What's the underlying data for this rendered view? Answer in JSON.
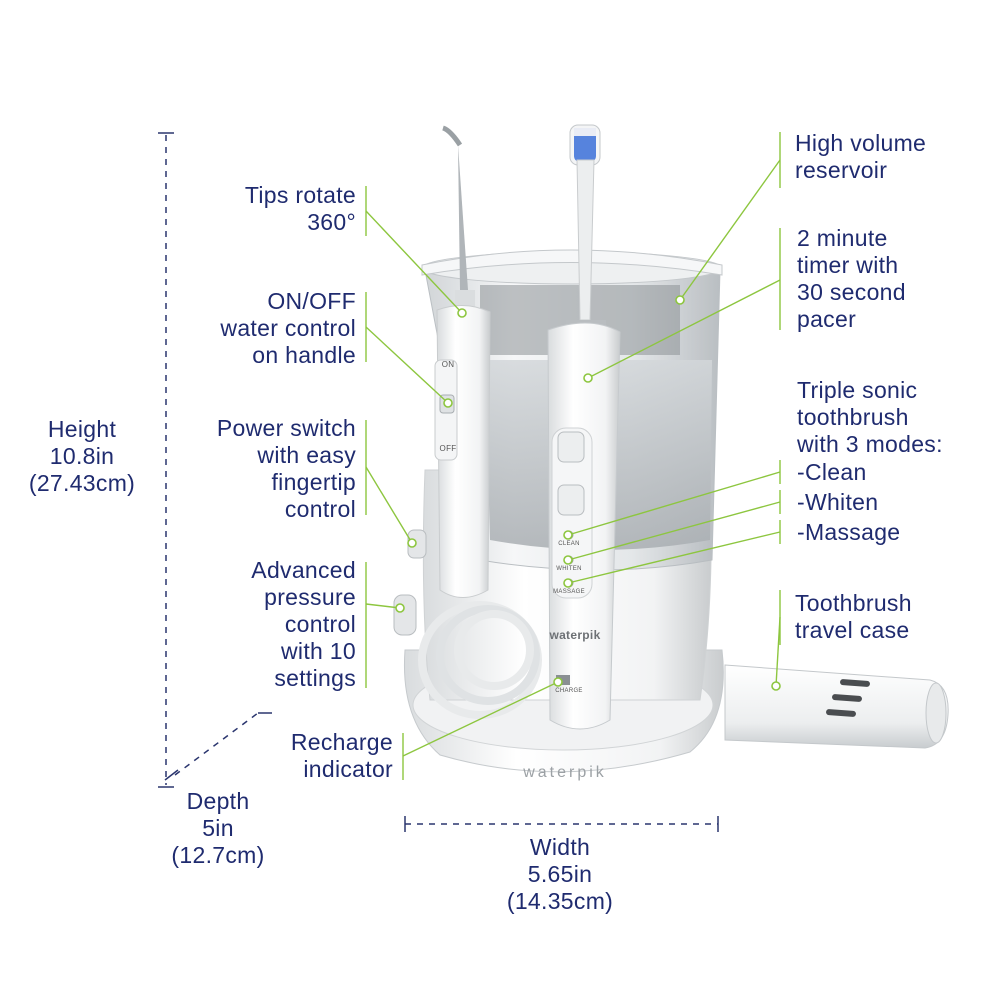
{
  "callouts_left": {
    "tips": [
      "Tips rotate",
      "360°"
    ],
    "onoff": [
      "ON/OFF",
      "water control",
      "on handle"
    ],
    "power": [
      "Power switch",
      "with easy",
      "fingertip",
      "control"
    ],
    "pressure": [
      "Advanced",
      "pressure",
      "control",
      "with 10",
      "settings"
    ],
    "recharge": [
      "Recharge",
      "indicator"
    ]
  },
  "callouts_right": {
    "reservoir": [
      "High volume",
      "reservoir"
    ],
    "timer": [
      "2 minute",
      "timer with",
      "30 second",
      "pacer"
    ],
    "sonic": [
      "Triple sonic",
      "toothbrush",
      "with 3 modes:"
    ],
    "modes": [
      "-Clean",
      "-Whiten",
      "-Massage"
    ],
    "case": [
      "Toothbrush",
      "travel case"
    ]
  },
  "dimensions": {
    "height": [
      "Height",
      "10.8in",
      "(27.43cm)"
    ],
    "depth": [
      "Depth",
      "5in",
      "(12.7cm)"
    ],
    "width": [
      "Width",
      "5.65in",
      "(14.35cm)"
    ]
  },
  "product": {
    "brand_base": "waterpik",
    "brand_brush": "waterpik",
    "handle_on": "ON",
    "handle_off": "OFF",
    "mode_clean": "CLEAN",
    "mode_whiten": "WHITEN",
    "mode_massage": "MASSAGE",
    "charge": "CHARGE"
  },
  "colors": {
    "text": "#1f2b6f",
    "callout_line": "#8dc63f",
    "dimension_line": "#2a356e"
  }
}
